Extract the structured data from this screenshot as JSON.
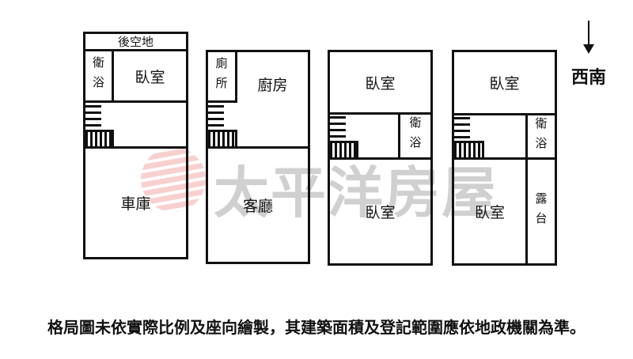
{
  "watermark": {
    "brand_text": "太平洋房屋",
    "logo": "pacific-wave-logo-icon",
    "colors": {
      "logo": "#eb8080",
      "text": "#969696"
    }
  },
  "compass": {
    "icon": "arrow-down-icon",
    "direction_label": "西南"
  },
  "floors": [
    {
      "rooms": {
        "back_yard": "後空地",
        "bathroom": "衛浴",
        "bedroom": "臥室",
        "garage": "車庫"
      }
    },
    {
      "rooms": {
        "toilet": "廁所",
        "kitchen": "廚房",
        "living_room": "客廳"
      }
    },
    {
      "rooms": {
        "bedroom_top": "臥室",
        "bathroom": "衛浴",
        "bedroom_bottom": "臥室"
      }
    },
    {
      "rooms": {
        "bedroom_top": "臥室",
        "bathroom": "衛浴",
        "bedroom_bottom": "臥室",
        "terrace": "露台"
      }
    }
  ],
  "disclaimer": "格局圖未依實際比例及座向繪製，其建築面積及登記範圍應依地政機關為準。",
  "colors": {
    "wall": "#111111",
    "background": "#ffffff"
  }
}
